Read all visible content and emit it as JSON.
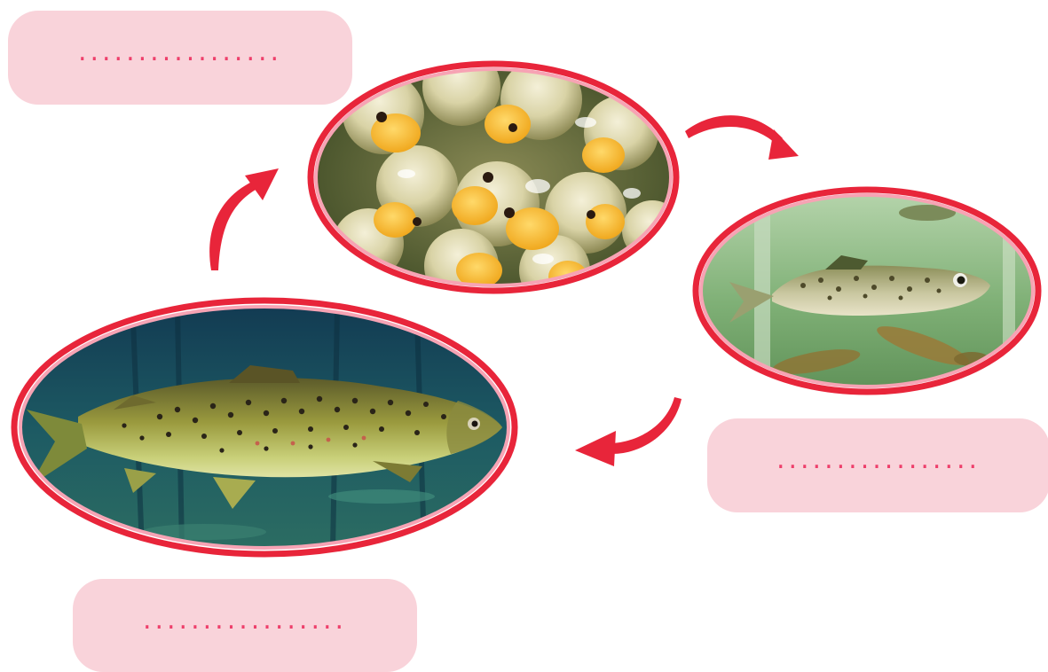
{
  "labels": {
    "top_left": ".................",
    "right": ".................",
    "bottom": "................."
  },
  "stages": [
    {
      "id": "eggs",
      "icon": "fish-eggs-photo"
    },
    {
      "id": "young",
      "icon": "young-trout-photo"
    },
    {
      "id": "adult",
      "icon": "adult-trout-photo"
    }
  ],
  "colors": {
    "frame": "#e8253a",
    "frame_inner": "#f7a3b4",
    "label_bg": "#f9d3da",
    "dots": "#ee3f6b",
    "arrow": "#e8253a"
  }
}
